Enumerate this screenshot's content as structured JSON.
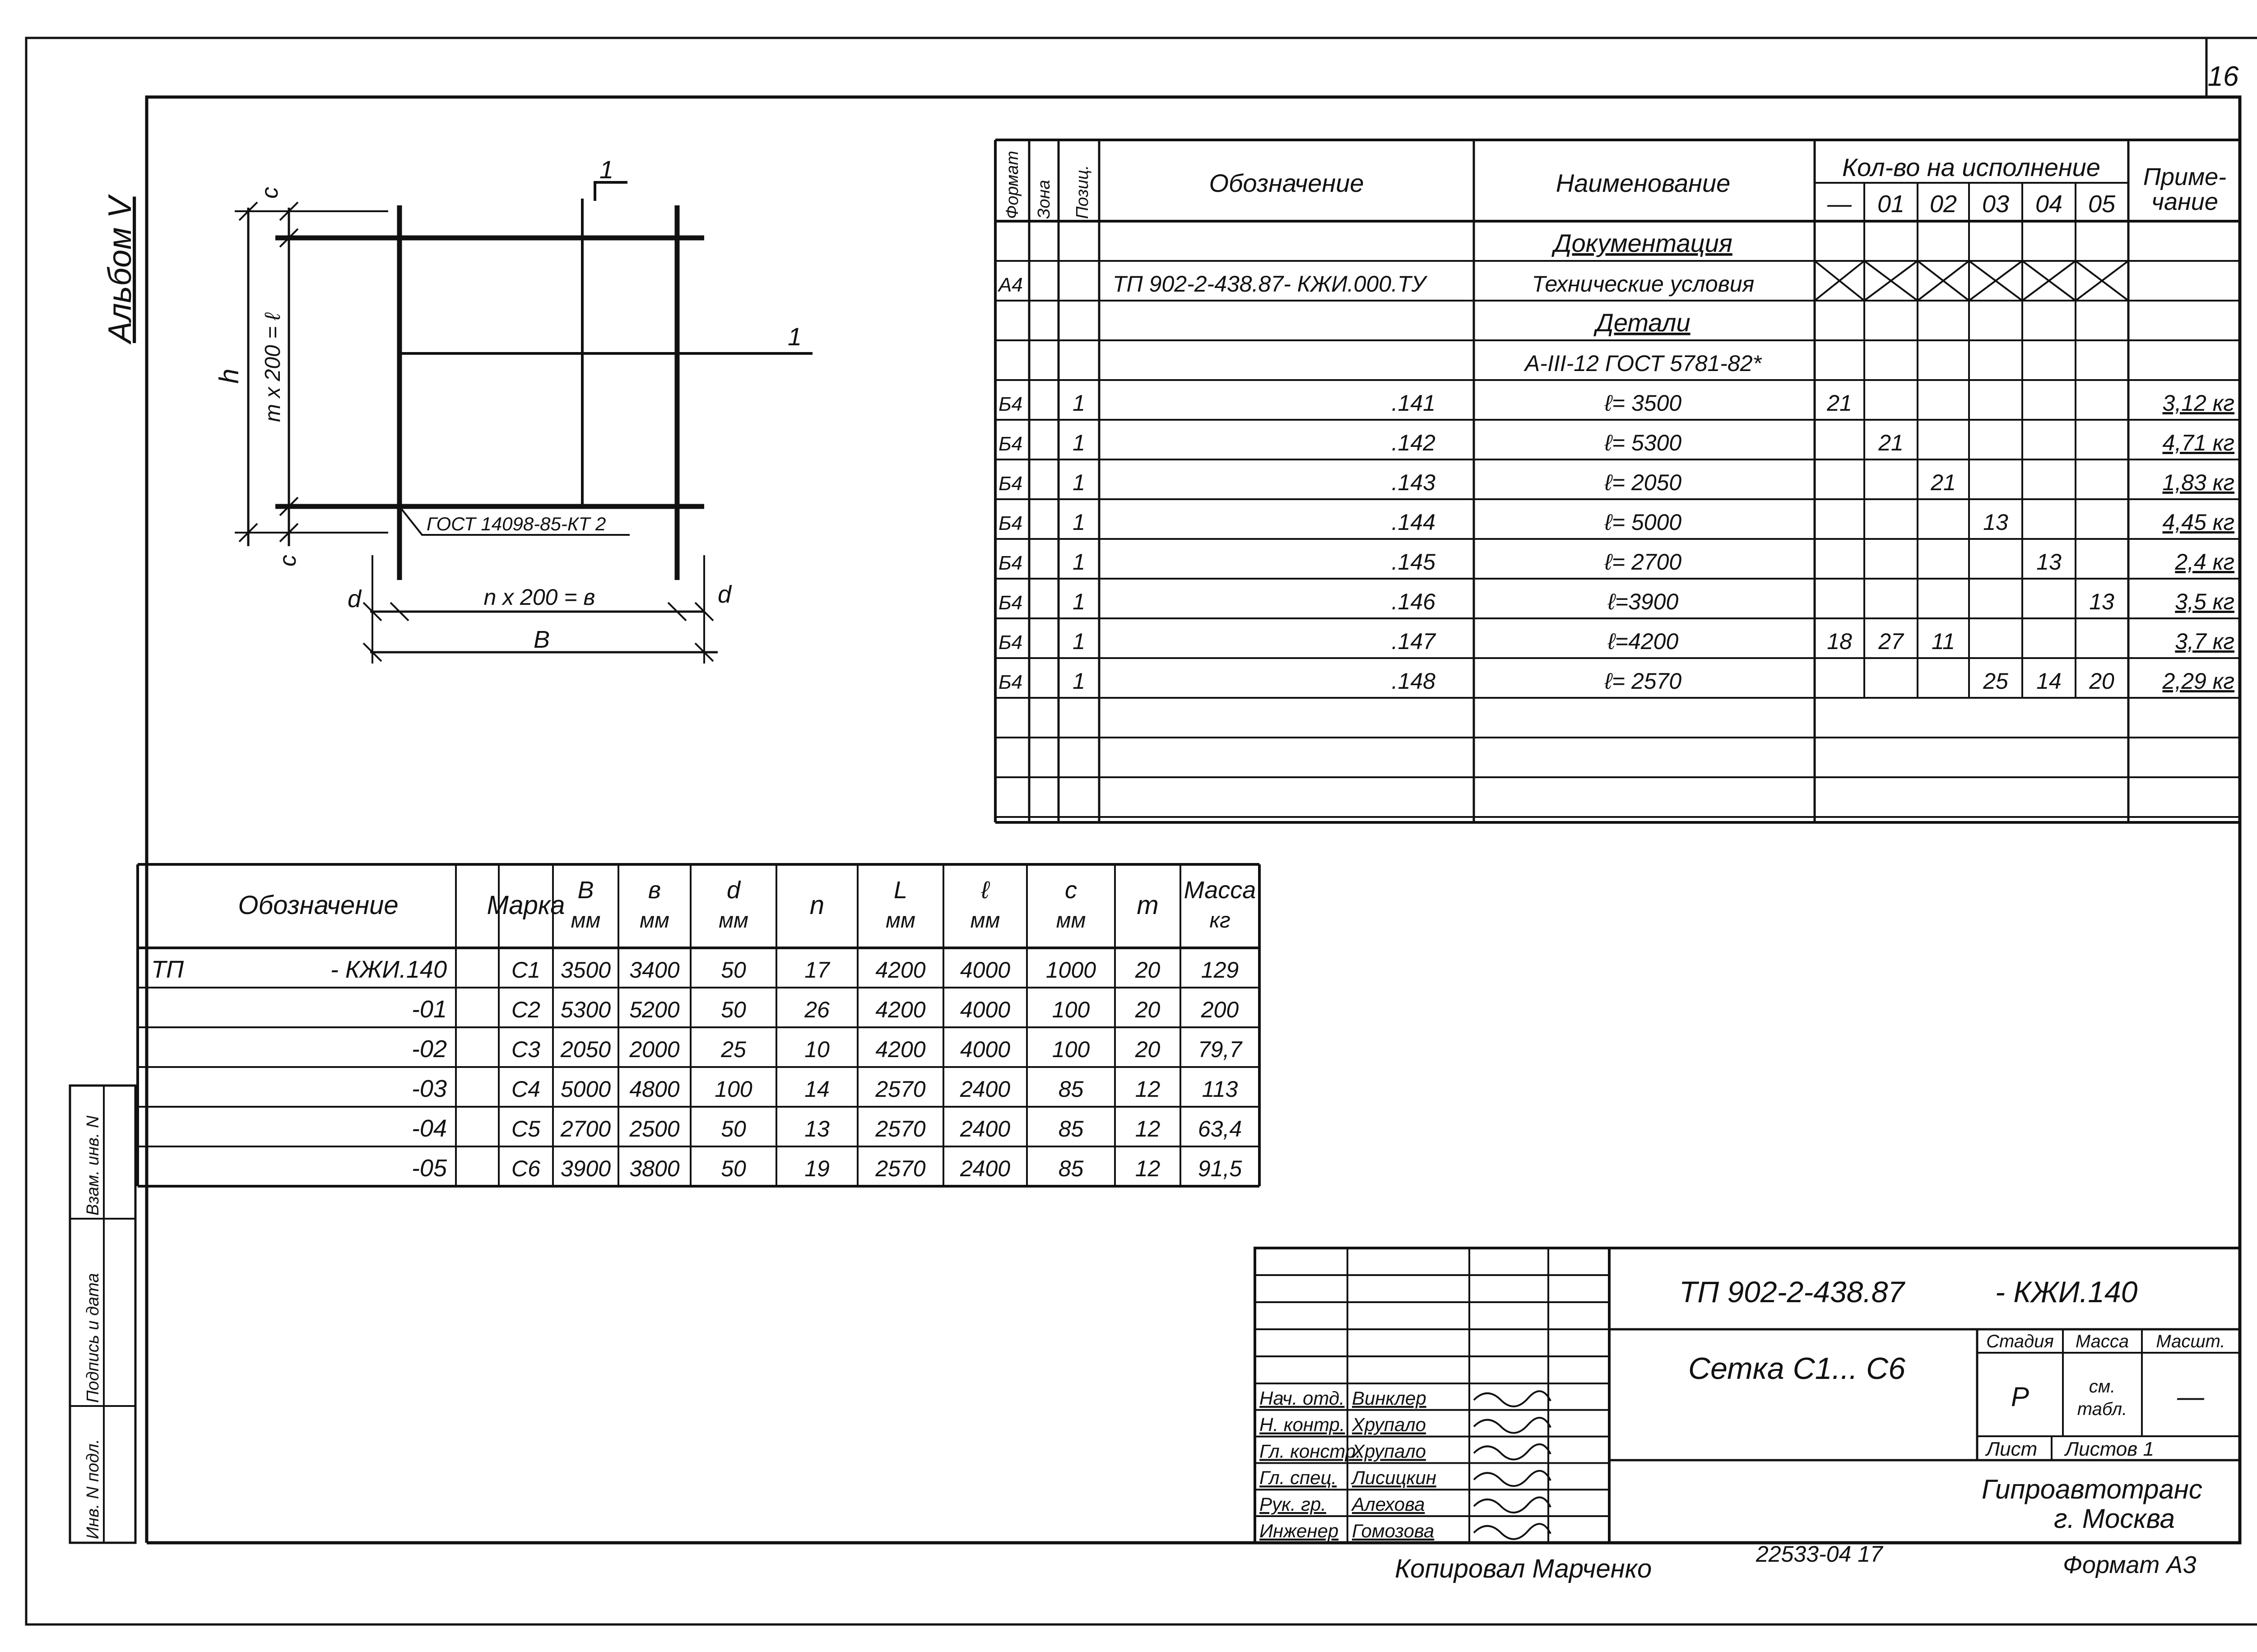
{
  "sheet": {
    "page_number": "16",
    "album": "Альбом V",
    "copied_by": "Копировал  Марченко",
    "archive_no": "22533-04   17",
    "format": "Формат А3"
  },
  "drawing": {
    "dim_c_top": "c",
    "dim_c_bottom": "c",
    "dim_h": "h",
    "dim_m": "m x 200 = ℓ",
    "dim_n": "n x 200 = в",
    "dim_B": "В",
    "dim_d_left": "d",
    "dim_d_right": "d",
    "section_1_top": "1",
    "section_1_right": "1",
    "weld_note": "ГОСТ 14098-85-КТ 2"
  },
  "spec": {
    "headers": {
      "format": "Формат",
      "zone": "Зона",
      "pos": "Позиц.",
      "designation": "Обозначение",
      "name": "Наименование",
      "qty": "Кол-во на исполнение",
      "note": "Приме-\nчание",
      "q": [
        "—",
        "01",
        "02",
        "03",
        "04",
        "05"
      ]
    },
    "rows": [
      {
        "f": "",
        "z": "",
        "p": "",
        "d": "",
        "n": "Документация",
        "q": [
          "",
          "",
          "",
          "",
          "",
          ""
        ],
        "note": "",
        "underline": true
      },
      {
        "f": "А4",
        "z": "",
        "p": "",
        "d": "ТП 902-2-438.87- КЖИ.000.ТУ",
        "n": "Технические  условия",
        "q": [
          "X",
          "X",
          "X",
          "X",
          "X",
          "X"
        ],
        "note": ""
      },
      {
        "f": "",
        "z": "",
        "p": "",
        "d": "",
        "n": "Детали",
        "q": [
          "",
          "",
          "",
          "",
          "",
          ""
        ],
        "note": "",
        "underline": true
      },
      {
        "f": "",
        "z": "",
        "p": "",
        "d": "",
        "n": "А-III-12 ГОСТ 5781-82*",
        "q": [
          "",
          "",
          "",
          "",
          "",
          ""
        ],
        "note": ""
      },
      {
        "f": "Б4",
        "z": "",
        "p": "1",
        "d": ".141",
        "n": "ℓ= 3500",
        "q": [
          "21",
          "",
          "",
          "",
          "",
          ""
        ],
        "note": "3,12 кг"
      },
      {
        "f": "Б4",
        "z": "",
        "p": "1",
        "d": ".142",
        "n": "ℓ= 5300",
        "q": [
          "",
          "21",
          "",
          "",
          "",
          ""
        ],
        "note": "4,71 кг"
      },
      {
        "f": "Б4",
        "z": "",
        "p": "1",
        "d": ".143",
        "n": "ℓ= 2050",
        "q": [
          "",
          "",
          "21",
          "",
          "",
          ""
        ],
        "note": "1,83 кг"
      },
      {
        "f": "Б4",
        "z": "",
        "p": "1",
        "d": ".144",
        "n": "ℓ= 5000",
        "q": [
          "",
          "",
          "",
          "13",
          "",
          ""
        ],
        "note": "4,45 кг"
      },
      {
        "f": "Б4",
        "z": "",
        "p": "1",
        "d": ".145",
        "n": "ℓ= 2700",
        "q": [
          "",
          "",
          "",
          "",
          "13",
          ""
        ],
        "note": "2,4 кг"
      },
      {
        "f": "Б4",
        "z": "",
        "p": "1",
        "d": ".146",
        "n": "ℓ=3900",
        "q": [
          "",
          "",
          "",
          "",
          "",
          "13"
        ],
        "note": "3,5 кг"
      },
      {
        "f": "Б4",
        "z": "",
        "p": "1",
        "d": ".147",
        "n": "ℓ=4200",
        "q": [
          "18",
          "27",
          "11",
          "",
          "",
          ""
        ],
        "note": "3,7 кг"
      },
      {
        "f": "Б4",
        "z": "",
        "p": "1",
        "d": ".148",
        "n": "ℓ= 2570",
        "q": [
          "",
          "",
          "",
          "25",
          "14",
          "20"
        ],
        "note": "2,29 кг"
      }
    ]
  },
  "marks": {
    "headers": [
      "Обозначение",
      "Марка",
      "В\nмм",
      "в\nмм",
      "d\nмм",
      "n",
      "L\nмм",
      "ℓ\nмм",
      "c\nмм",
      "m",
      "Масса\nкг"
    ],
    "rows": [
      {
        "code": "ТП",
        "suffix": "- КЖИ.140",
        "vals": [
          "С1",
          "3500",
          "3400",
          "50",
          "17",
          "4200",
          "4000",
          "1000",
          "20",
          "129"
        ]
      },
      {
        "code": "",
        "suffix": "-01",
        "vals": [
          "С2",
          "5300",
          "5200",
          "50",
          "26",
          "4200",
          "4000",
          "100",
          "20",
          "200"
        ]
      },
      {
        "code": "",
        "suffix": "-02",
        "vals": [
          "С3",
          "2050",
          "2000",
          "25",
          "10",
          "4200",
          "4000",
          "100",
          "20",
          "79,7"
        ]
      },
      {
        "code": "",
        "suffix": "-03",
        "vals": [
          "С4",
          "5000",
          "4800",
          "100",
          "14",
          "2570",
          "2400",
          "85",
          "12",
          "113"
        ]
      },
      {
        "code": "",
        "suffix": "-04",
        "vals": [
          "С5",
          "2700",
          "2500",
          "50",
          "13",
          "2570",
          "2400",
          "85",
          "12",
          "63,4"
        ]
      },
      {
        "code": "",
        "suffix": "-05",
        "vals": [
          "С6",
          "3900",
          "3800",
          "50",
          "19",
          "2570",
          "2400",
          "85",
          "12",
          "91,5"
        ]
      }
    ]
  },
  "side_stamp": [
    "Инв. N подл.",
    "Подпись и дата",
    "Взам. инв. N"
  ],
  "title_block": {
    "doc_code": "ТП 902-2-438.87",
    "doc_suffix": "- КЖИ.140",
    "title": "Сетка  С1... С6",
    "stage_label": "Стадия",
    "mass_label": "Масса",
    "scale_label": "Масшт.",
    "stage": "Р",
    "mass": "см.\nтабл.",
    "scale": "—",
    "sheet_label": "Лист",
    "sheets_label": "Листов 1",
    "org": "Гипроавтотранс",
    "city": "г. Москва",
    "roles": [
      {
        "role": "Нач. отд.",
        "name": "Винклер"
      },
      {
        "role": "Н. контр.",
        "name": "Хрупало"
      },
      {
        "role": "Гл. констр.",
        "name": "Хрупало"
      },
      {
        "role": "Гл. спец.",
        "name": "Лисицкин"
      },
      {
        "role": "Рук. гр.",
        "name": "Алехова"
      },
      {
        "role": "Инженер",
        "name": "Гомозова"
      }
    ]
  }
}
